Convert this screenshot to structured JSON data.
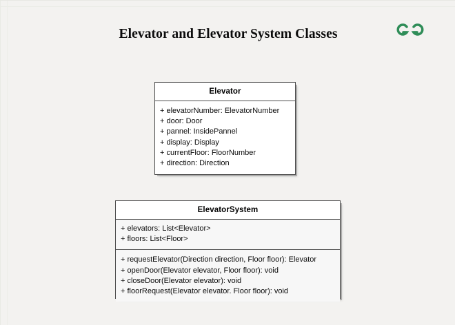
{
  "page": {
    "title": "Elevator and Elevator System Classes",
    "background_color": "#f2f2f0"
  },
  "logo": {
    "name": "geeksforgeeks-logo",
    "color": "#2f8d58"
  },
  "diagram": {
    "type": "uml-class-diagram",
    "classes": [
      {
        "name": "Elevator",
        "attributes": [
          "+ elevatorNumber: ElevatorNumber",
          "+ door: Door",
          "+ pannel: InsidePannel",
          "+ display: Display",
          "+ currentFloor: FloorNumber",
          "+ direction: Direction"
        ],
        "methods": []
      },
      {
        "name": "ElevatorSystem",
        "attributes": [
          "+ elevators: List<Elevator>",
          "+ floors: List<Floor>"
        ],
        "methods": [
          "+ requestElevator(Direction direction, Floor floor): Elevator",
          "+ openDoor(Elevator elevator, Floor floor): void",
          "+ closeDoor(Elevator elevator): void",
          "+ floorRequest(Elevator elevator. Floor floor): void"
        ]
      }
    ]
  }
}
